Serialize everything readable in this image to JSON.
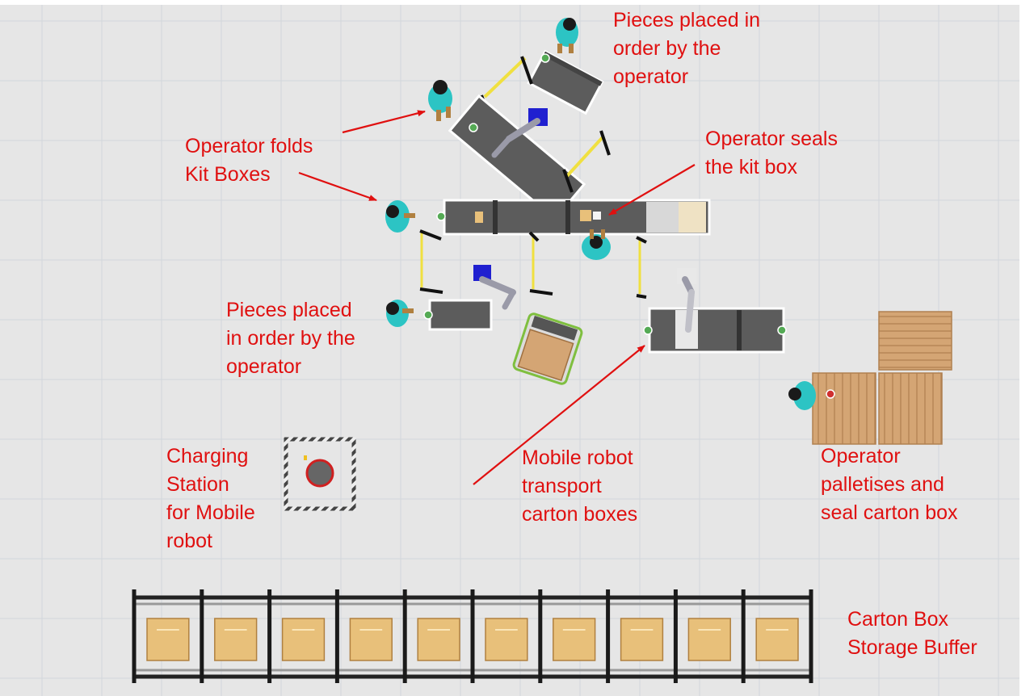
{
  "labels": {
    "pieces_top": "Pieces placed in\norder by the\noperator",
    "operator_seals": "Operator seals\nthe kit box",
    "operator_folds": "Operator folds\nKit Boxes",
    "pieces_left": "Pieces placed\nin order by the\noperator",
    "charging_station": "Charging\nStation\nfor Mobile\nrobot",
    "mobile_robot": "Mobile robot\ntransport\ncarton boxes",
    "operator_palletises": "Operator\npalletises and\nseal carton box",
    "storage_buffer": "Carton Box\nStorage Buffer"
  },
  "colors": {
    "label_text": "#e01010",
    "floor": "#e6e6e6",
    "grid": "#d2d6dc",
    "conveyor": "#5c5c5c",
    "operator": "#2cc4c4",
    "pallet": "#d4a574",
    "carton": "#e8c07a",
    "safety_fence": "#f0e040",
    "robot_base": "#2020d0"
  },
  "rack": {
    "cells": 10
  }
}
